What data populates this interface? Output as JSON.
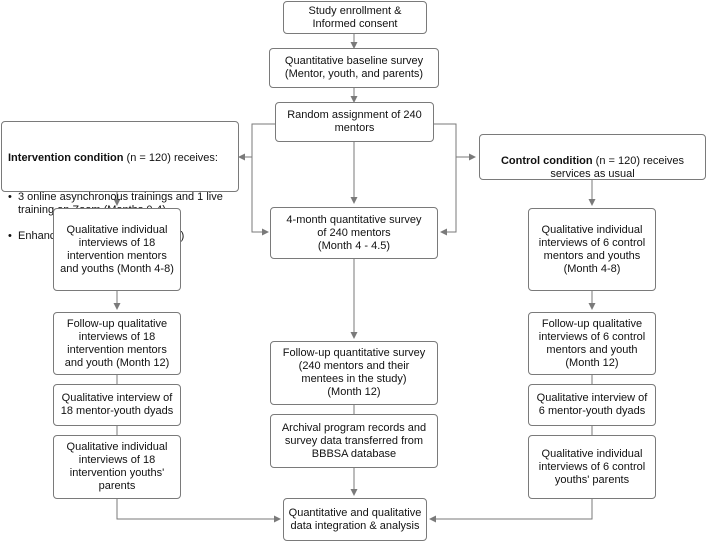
{
  "colors": {
    "line": "#7a7a7a",
    "border": "#7a7a7a",
    "text": "#111111"
  },
  "boxes": {
    "enrollment": "Study enrollment &\nInformed consent",
    "baseline": "Quantitative baseline survey\n(Mentor, youth, and parents)",
    "random": "Random assignment of 240\nmentors",
    "intervention": {
      "title": "Intervention condition",
      "title_rest": " (n = 120) receives:",
      "bullet1": "3 online asynchronous trainings and 1 live training on Zoom (Months 0-4)",
      "bullet2": "Enhanced supports (Months 0-12)"
    },
    "control": {
      "title": "Control condition",
      "title_rest": " (n = 120) receives services as usual"
    },
    "survey4": "4-month quantitative survey\nof 240 mentors\n(Month 4 - 4.5)",
    "left_qual1": "Qualitative individual\ninterviews of 18\nintervention mentors\nand youths (Month 4-8)",
    "left_qual2": "Follow-up qualitative\ninterviews of 18\nintervention mentors\nand youth (Month 12)",
    "left_qual3": "Qualitative interview of\n18 mentor-youth dyads",
    "left_qual4": "Qualitative individual\ninterviews of 18\nintervention youths'\nparents",
    "right_qual1": "Qualitative individual\ninterviews of 6 control\nmentors and youths\n(Month 4-8)",
    "right_qual2": "Follow-up qualitative\ninterviews of 6 control\nmentors and youth\n(Month 12)",
    "right_qual3": "Qualitative interview of\n6 mentor-youth dyads",
    "right_qual4": "Qualitative individual\ninterviews of 6 control\nyouths' parents",
    "followup": "Follow-up quantitative survey\n(240 mentors and their\nmentees in the study)\n(Month 12)",
    "archival": "Archival program records and\nsurvey data transferred from\nBBBSA database",
    "integration": "Quantitative and qualitative\ndata integration & analysis"
  }
}
